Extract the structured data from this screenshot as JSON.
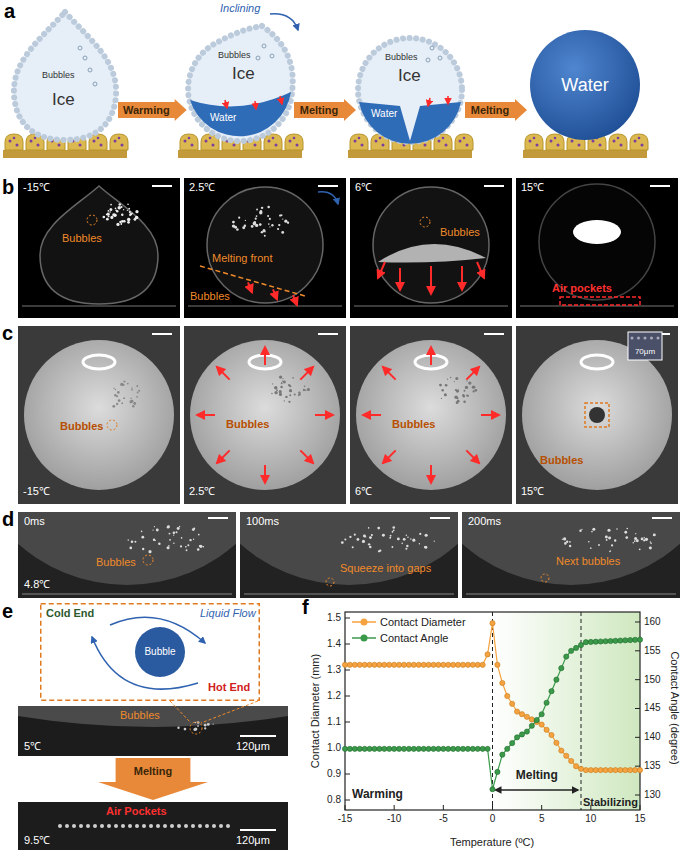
{
  "diagram": {
    "nodes": [
      {
        "text": [
          "Warming"
        ]
      },
      {
        "text": [
          "Melting"
        ]
      },
      {
        "text": [
          "Melting"
        ]
      },
      {
        "text": [
          "Cold End",
          "Liquid Flow",
          "Hot End"
        ]
      },
      {
        "text": [
          "Bubble"
        ],
        "in": 3
      },
      {
        "text": [
          "Melting"
        ]
      }
    ],
    "labels": [
      "a",
      "Inclining",
      "Bubbles",
      "Ice",
      "Bubbles",
      "Ice",
      "Water",
      "Bubbles",
      "Ice",
      "Water",
      "Water",
      "b",
      "-15℃",
      "Bubbles",
      "2.5℃",
      "Melting front",
      "Bubbles",
      "6℃",
      "Bubbles",
      "15℃",
      "Air pockets",
      "c",
      "-15℃",
      "Bubbles",
      "2.5℃",
      "Bubbles",
      "6℃",
      "Bubbles",
      "15℃",
      "70μm",
      "Bubbles",
      "d",
      "0ms",
      "Bubbles",
      "4.8℃",
      "100ms",
      "Squeeze into gaps",
      "200ms",
      "Next bubbles",
      "e",
      "Bubbles",
      "5℃",
      "120μm",
      "Air Pockets",
      "9.5℃",
      "120μm",
      "f",
      "Contact Diameter (mm)",
      "Contact Angle (degree)",
      "Temperature (ºC)",
      "Warming",
      "Melting",
      "Stabilizing",
      "0.8",
      "0.9",
      "1.0",
      "1.1",
      "1.2",
      "1.3",
      "1.4",
      "1.5",
      "130",
      "135",
      "140",
      "145",
      "150",
      "155",
      "160",
      "-15",
      "-10",
      "-5",
      "0",
      "5",
      "10",
      "15"
    ],
    "legend": [
      {
        "text": "Contact Diameter",
        "color": "#f4a340"
      },
      {
        "text": "Contact Angle",
        "color": "#3a9a4a"
      }
    ]
  }
}
